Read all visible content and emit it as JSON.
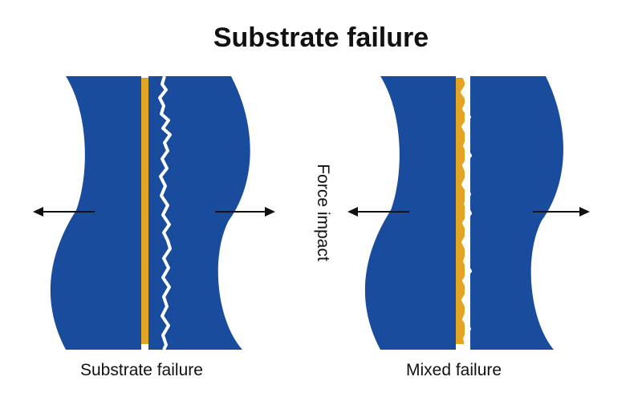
{
  "title": "Substrate failure",
  "panels": [
    {
      "caption": "Substrate failure"
    },
    {
      "caption": "Mixed failure"
    }
  ],
  "center_label": "Force impact",
  "colors": {
    "substrate": "#1a4c9e",
    "adhesive": "#e2a523",
    "crack": "#ffffff",
    "arrow": "#111111",
    "text": "#111111"
  },
  "icons": [
    "arrow-left-icon",
    "arrow-right-icon"
  ]
}
